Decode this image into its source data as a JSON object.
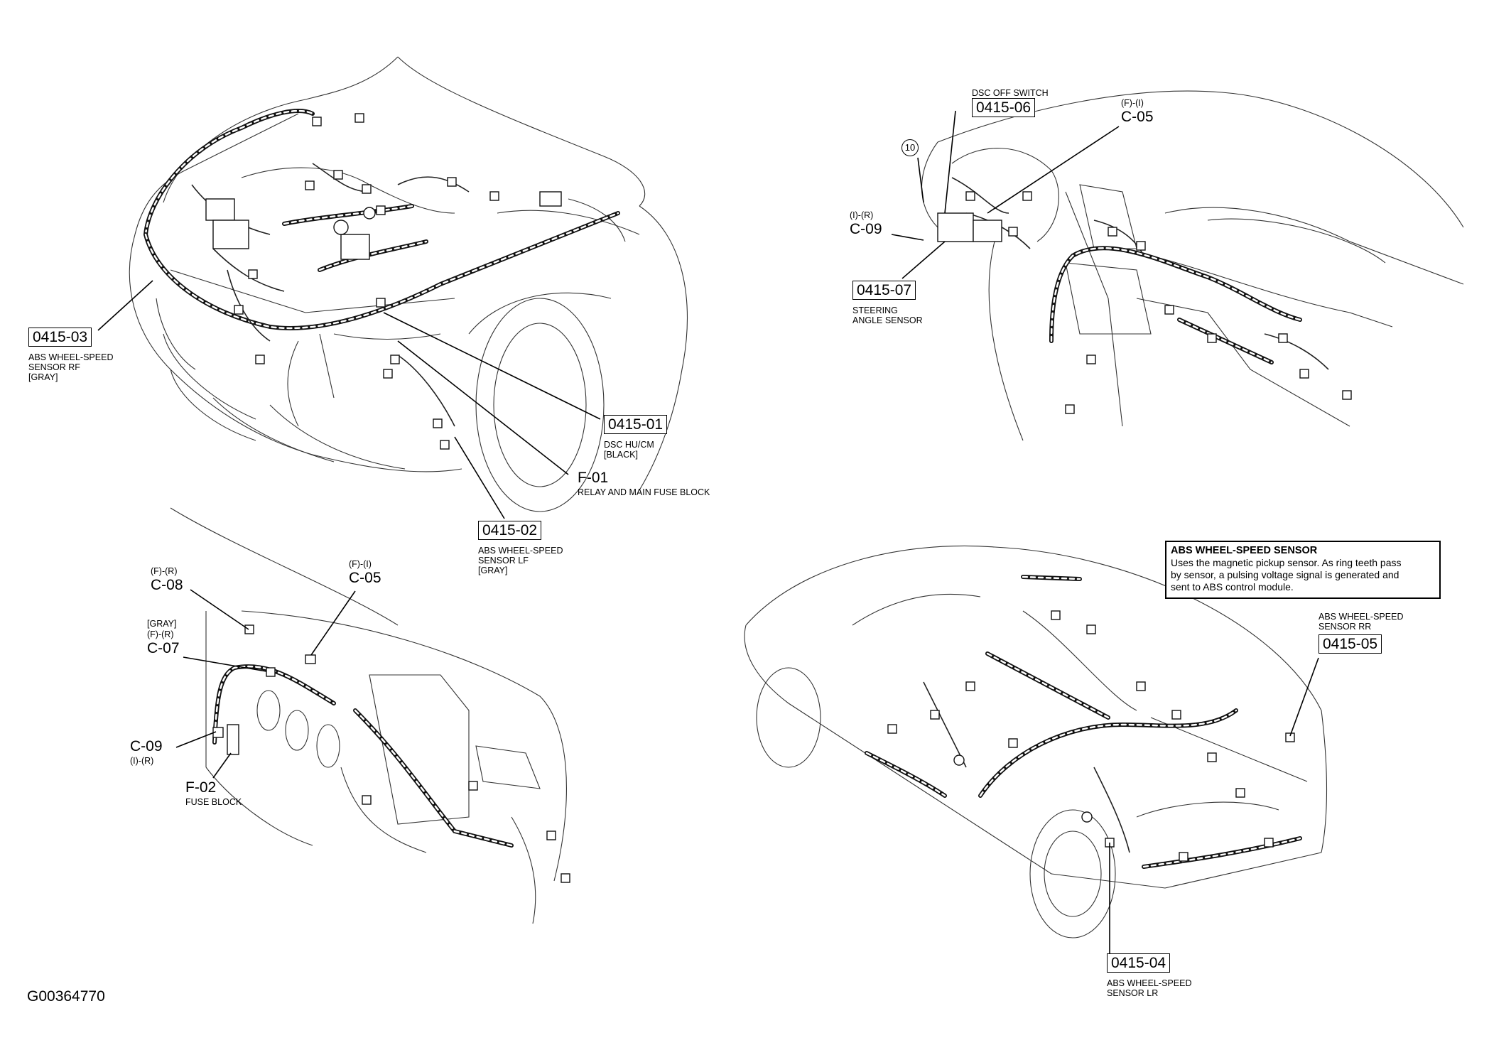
{
  "figure_id": "G00364770",
  "note": {
    "title": "ABS WHEEL-SPEED SENSOR",
    "lines": [
      "Uses the magnetic pickup sensor. As ring teeth pass",
      "by sensor, a pulsing voltage signal is generated and",
      "sent to ABS control module."
    ]
  },
  "callouts": {
    "c0415_03": {
      "code": "0415-03",
      "desc": [
        "ABS WHEEL-SPEED",
        "SENSOR RF",
        "[GRAY]"
      ]
    },
    "c0415_01": {
      "code": "0415-01",
      "desc": [
        "DSC HU/CM",
        "[BLACK]"
      ]
    },
    "f01": {
      "code": "F-01",
      "desc": [
        "RELAY AND MAIN FUSE BLOCK"
      ]
    },
    "c0415_02": {
      "code": "0415-02",
      "desc": [
        "ABS WHEEL-SPEED",
        "SENSOR LF",
        "[GRAY]"
      ]
    },
    "c0415_06": {
      "code": "0415-06",
      "above": "DSC OFF SWITCH"
    },
    "c05_top": {
      "code": "C-05",
      "above": "(F)-(I)"
    },
    "c09_top": {
      "code": "C-09",
      "above": "(I)-(R)"
    },
    "circle10": {
      "code": "10"
    },
    "c0415_07": {
      "code": "0415-07",
      "desc": [
        "STEERING",
        "ANGLE SENSOR"
      ]
    },
    "c08": {
      "code": "C-08",
      "above": "(F)-(R)"
    },
    "c05_bottom": {
      "code": "C-05",
      "above": "(F)-(I)"
    },
    "c07": {
      "code": "C-07",
      "above": [
        "[GRAY]",
        "(F)-(R)"
      ]
    },
    "c09_bottom": {
      "code": "C-09",
      "below": "(I)-(R)"
    },
    "f02": {
      "code": "F-02",
      "desc": [
        "FUSE BLOCK"
      ]
    },
    "c0415_05": {
      "code": "0415-05",
      "above": [
        "ABS WHEEL-SPEED",
        "SENSOR RR"
      ]
    },
    "c0415_04": {
      "code": "0415-04",
      "desc": [
        "ABS WHEEL-SPEED",
        "SENSOR LR"
      ]
    }
  },
  "views": [
    "engine-compartment-view",
    "instrument-panel-view",
    "driver-footwell-view",
    "rear-body-view"
  ]
}
